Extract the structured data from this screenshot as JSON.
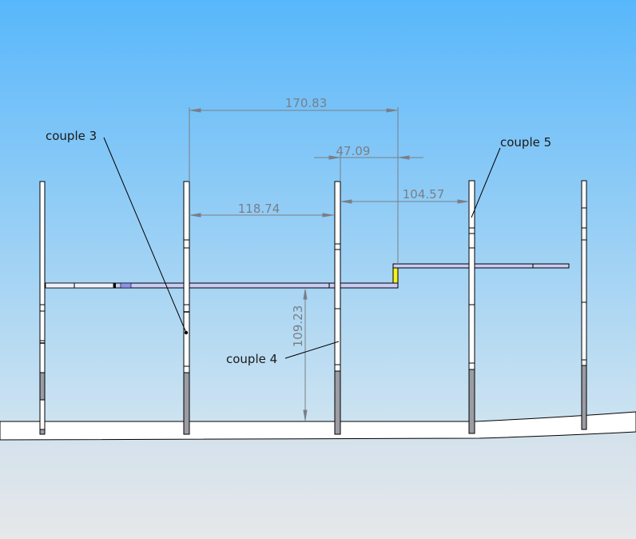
{
  "viewport": {
    "sky_top": "#58b7fb",
    "sky_bottom": "#d0e4f0",
    "floor_top": "#d3e1ec",
    "floor_bottom": "#e6e8ea"
  },
  "dimensions": {
    "d1": "170.83",
    "d2": "47.09",
    "d3": "118.74",
    "d4": "104.57",
    "d5": "109.23"
  },
  "notes": {
    "couple3": "couple 3",
    "couple4": "couple 4",
    "couple5": "couple 5"
  },
  "colors": {
    "post_fill": "#ffffff",
    "post_lower": "#9c9ca4",
    "beam": "#c9ccf4",
    "yellow_part": "#f6f21a",
    "dim_line": "#7a7f86"
  }
}
